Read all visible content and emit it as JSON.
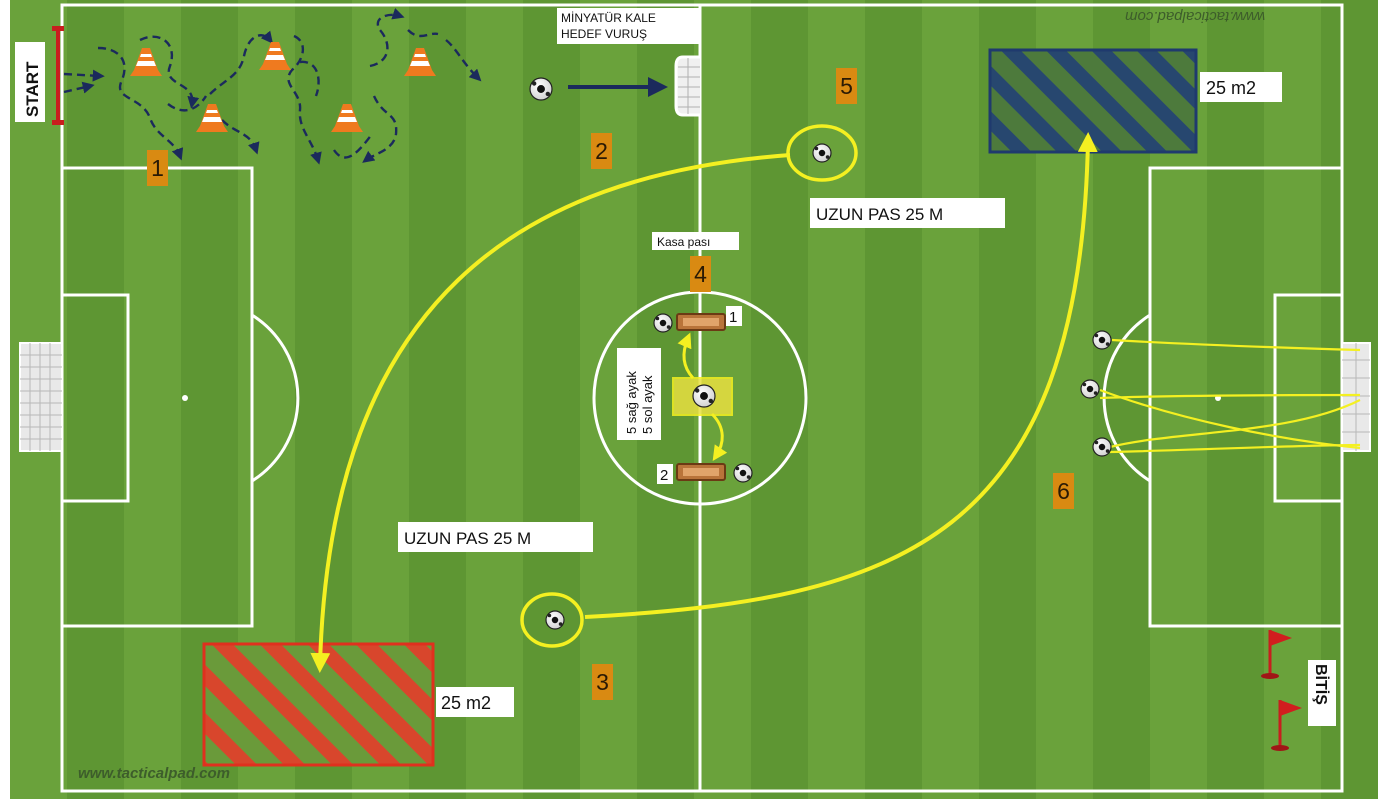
{
  "watermark_top": "www.tacticalpad.com",
  "watermark_bottom": "www.tacticalpad.com",
  "start_label": "START",
  "finish_label": "BİTİŞ",
  "mini_goal_label_line1": "MİNYATÜR KALE",
  "mini_goal_label_line2": "HEDEF VURUŞ",
  "long_pass_top": "UZUN PAS 25 M",
  "long_pass_bottom": "UZUN PAS 25 M",
  "area_top_label": "25 m2",
  "area_bottom_label": "25 m2",
  "kasa_pasi": "Kasa pası",
  "foot_line1": "5 sağ ayak",
  "foot_line2": "5 sol ayak",
  "bench_top_num": "1",
  "bench_bottom_num": "2",
  "stations": [
    "1",
    "2",
    "3",
    "4",
    "5",
    "6"
  ],
  "colors": {
    "grass_light": "#6fa83e",
    "grass_dark": "#5e9633",
    "pass_arrow": "#f4f021",
    "dribble_arrow": "#1b2a5c",
    "zone_red": "#e0301e",
    "zone_blue": "#1f3a6e",
    "station_badge": "#d98a12",
    "cone": "#ef7a1f",
    "flag": "#d11e1e"
  }
}
